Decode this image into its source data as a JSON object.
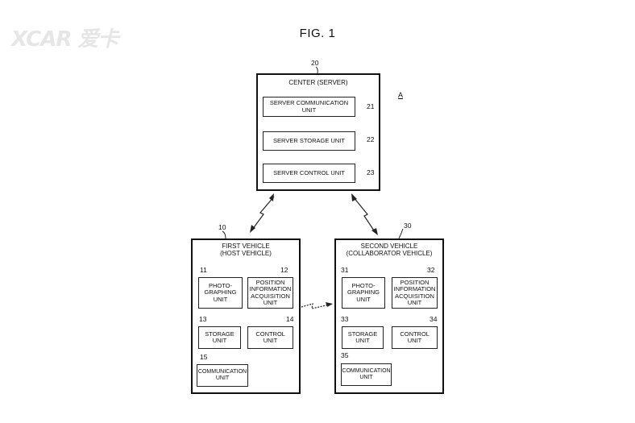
{
  "watermark": "XCAR 爱卡",
  "figure_title": "FIG. 1",
  "system_label": "A",
  "server": {
    "ref": "20",
    "title": "CENTER (SERVER)",
    "units": [
      {
        "ref": "21",
        "label": "SERVER COMMUNICATION UNIT"
      },
      {
        "ref": "22",
        "label": "SERVER STORAGE UNIT"
      },
      {
        "ref": "23",
        "label": "SERVER CONTROL UNIT"
      }
    ]
  },
  "vehicle1": {
    "ref": "10",
    "title": "FIRST VEHICLE (HOST VEHICLE)",
    "units": [
      {
        "ref": "11",
        "label": "PHOTO- GRAPHING UNIT"
      },
      {
        "ref": "12",
        "label": "POSITION INFORMATION ACQUISITION UNIT"
      },
      {
        "ref": "13",
        "label": "STORAGE UNIT"
      },
      {
        "ref": "14",
        "label": "CONTROL UNIT"
      },
      {
        "ref": "15",
        "label": "COMMUNICATION UNIT"
      }
    ]
  },
  "vehicle2": {
    "ref": "30",
    "title": "SECOND VEHICLE (COLLABORATOR VEHICLE)",
    "units": [
      {
        "ref": "31",
        "label": "PHOTO- GRAPHING UNIT"
      },
      {
        "ref": "32",
        "label": "POSITION INFORMATION ACQUISITION UNIT"
      },
      {
        "ref": "33",
        "label": "STORAGE UNIT"
      },
      {
        "ref": "34",
        "label": "CONTROL UNIT"
      },
      {
        "ref": "35",
        "label": "COMMUNICATION UNIT"
      }
    ]
  }
}
